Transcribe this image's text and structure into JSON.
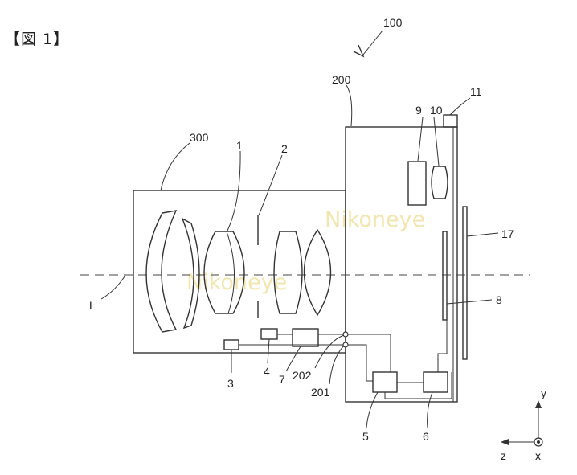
{
  "figure": {
    "title": "【図 1】"
  },
  "labels": {
    "camera": "100",
    "body": "200",
    "lens": "300",
    "optical_axis": "L",
    "lens_1": "1",
    "diaphragm_2": "2",
    "comp_3": "3",
    "comp_4": "4",
    "comp_5": "5",
    "comp_6": "6",
    "comp_7": "7",
    "sensor_8": "8",
    "comp_9": "9",
    "eyepiece_10": "10",
    "comp_11": "11",
    "monitor_17": "17",
    "contact_201": "201",
    "contact_202": "202"
  },
  "axes": {
    "y": "y",
    "z": "z",
    "x": "x"
  },
  "watermark": {
    "text": "Nikoneye"
  }
}
